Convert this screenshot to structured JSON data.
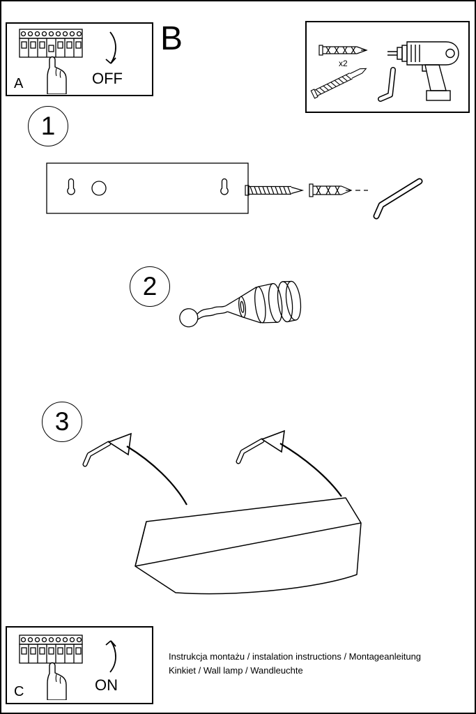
{
  "panels": {
    "a": {
      "letter": "A",
      "state": "OFF"
    },
    "c": {
      "letter": "C",
      "state": "ON"
    }
  },
  "section_b": {
    "letter": "B"
  },
  "tools": {
    "anchor_quantity": "x2"
  },
  "steps": [
    "1",
    "2",
    "3"
  ],
  "footer": {
    "line1": "Instrukcja montażu / instalation instructions / Montageanleitung",
    "line2": "Kinkiet / Wall lamp / Wandleuchte"
  },
  "colors": {
    "ink": "#000000",
    "paper": "#ffffff"
  }
}
